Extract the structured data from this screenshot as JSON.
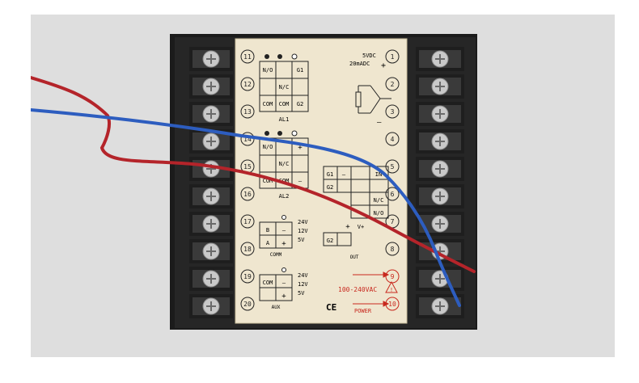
{
  "left_terminals": [
    "11",
    "12",
    "13",
    "14",
    "15",
    "16",
    "17",
    "18",
    "19",
    "20"
  ],
  "right_terminals": [
    "1",
    "2",
    "3",
    "4",
    "5",
    "6",
    "7",
    "8",
    "9",
    "10"
  ],
  "al1": {
    "r1": [
      "N/O",
      "G1"
    ],
    "mid": "N/C",
    "r3": [
      "COM",
      "COM",
      "G2"
    ],
    "label": "AL1"
  },
  "al2": {
    "r1": "N/O",
    "mid": "N/C",
    "r3": [
      "COM",
      "COM"
    ],
    "label": "AL2",
    "plus": "+",
    "minus": "—"
  },
  "comm": {
    "b": "B",
    "a": "A",
    "minus": "—",
    "plus": "+",
    "volts": [
      "24V",
      "12V",
      "5V"
    ],
    "label": "COMM"
  },
  "aux": {
    "com": "COM",
    "minus": "—",
    "plus": "+",
    "volts": [
      "24V",
      "12V",
      "5V"
    ],
    "label": "AUX"
  },
  "input": {
    "line1": "5VDC",
    "line2": "20mADC",
    "plus": "+",
    "minus": "—"
  },
  "out": {
    "g1": "G1",
    "g2": "G2",
    "minus": "—",
    "in": "IN",
    "nc": "N/C",
    "no": "N/O",
    "plus": "+",
    "vplus": "V+",
    "label": "OUT"
  },
  "power": {
    "voltage": "100-240VAC",
    "warning": "!",
    "label": "POWER"
  },
  "ce": "CE",
  "colors": {
    "label_bg": "#efe6cf",
    "housing": "#1b1b1b",
    "print": "#222222",
    "power_red": "#c8281e",
    "wire_blue": "#2d5dbf",
    "wire_red": "#b4242a"
  }
}
